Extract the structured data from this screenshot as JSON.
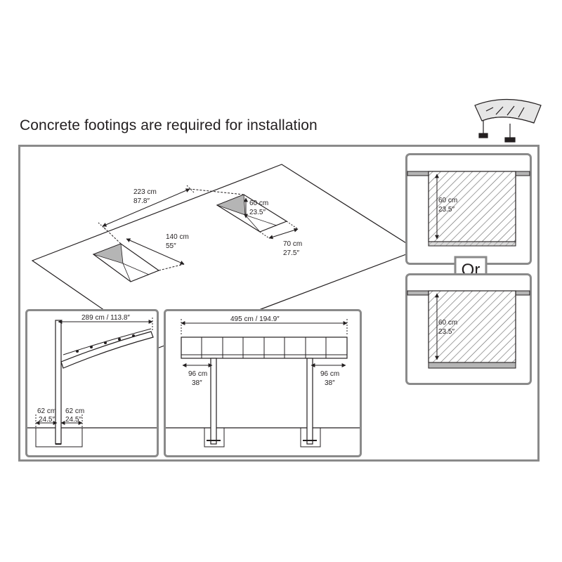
{
  "heading": "Concrete footings are required for installation",
  "plan": {
    "width_cm": "223 cm",
    "width_in": "87.8″",
    "length_cm": "140 cm",
    "length_in": "55″",
    "footing_depth_cm": "60 cm",
    "footing_depth_in": "23.5″",
    "footing_size_cm": "70 cm",
    "footing_size_in": "27.5″"
  },
  "side_view": {
    "span": "289 cm / 113.8″",
    "left_cm": "62 cm",
    "left_in": "24.5″",
    "right_cm": "62 cm",
    "right_in": "24.5″"
  },
  "front_view": {
    "span": "495 cm / 194.9″",
    "left_overhang_cm": "96 cm",
    "left_overhang_in": "38″",
    "right_overhang_cm": "96 cm",
    "right_overhang_in": "38″"
  },
  "footing_option_a": {
    "depth_cm": "60 cm",
    "depth_in": "23.5″"
  },
  "or_label": "Or",
  "footing_option_b": {
    "depth_cm": "60 cm",
    "depth_in": "23.5″"
  },
  "colors": {
    "line": "#231f20",
    "frame": "#8a8a8a",
    "hatch": "#6d6d6d",
    "fill_gray": "#b5b5b5"
  }
}
